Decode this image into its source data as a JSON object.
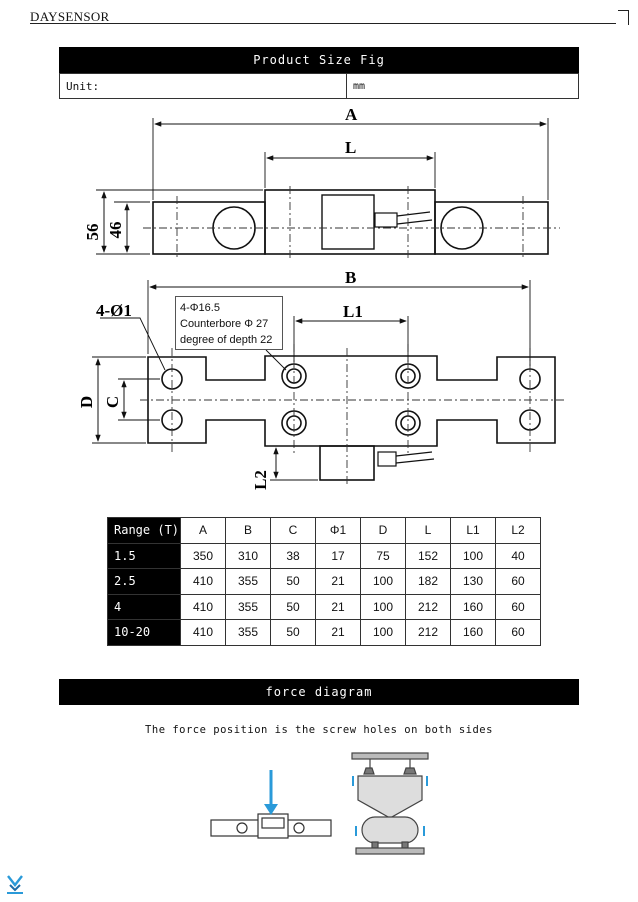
{
  "header": {
    "brand": "DAYSENSOR"
  },
  "size_section": {
    "title": "Product Size Fig",
    "unit_label": "Unit:",
    "unit_value": "mm"
  },
  "drawing": {
    "labels": {
      "A": "A",
      "L": "L",
      "B": "B",
      "L1": "L1",
      "hole": "4-Ø1",
      "D": "D",
      "C": "C",
      "L2": "L2",
      "h56": "56",
      "h46": "46"
    },
    "note": {
      "line1": "4-Φ16.5",
      "line2": "Counterbore  Φ 27",
      "line3": "degree of depth 22"
    }
  },
  "spec_table": {
    "headers": [
      "Range (T)",
      "A",
      "B",
      "C",
      "Φ1",
      "D",
      "L",
      "L1",
      "L2"
    ],
    "rows": [
      [
        "1.5",
        "350",
        "310",
        "38",
        "17",
        "75",
        "152",
        "100",
        "40"
      ],
      [
        "2.5",
        "410",
        "355",
        "50",
        "21",
        "100",
        "182",
        "130",
        "60"
      ],
      [
        "4",
        "410",
        "355",
        "50",
        "21",
        "100",
        "212",
        "160",
        "60"
      ],
      [
        "10-20",
        "410",
        "355",
        "50",
        "21",
        "100",
        "212",
        "160",
        "60"
      ]
    ]
  },
  "force_section": {
    "title": "force diagram",
    "caption": "The force position is the screw holes on both sides"
  },
  "colors": {
    "bar": "#000000",
    "arrow_blue": "#2a9ad9",
    "line": "#222222"
  }
}
